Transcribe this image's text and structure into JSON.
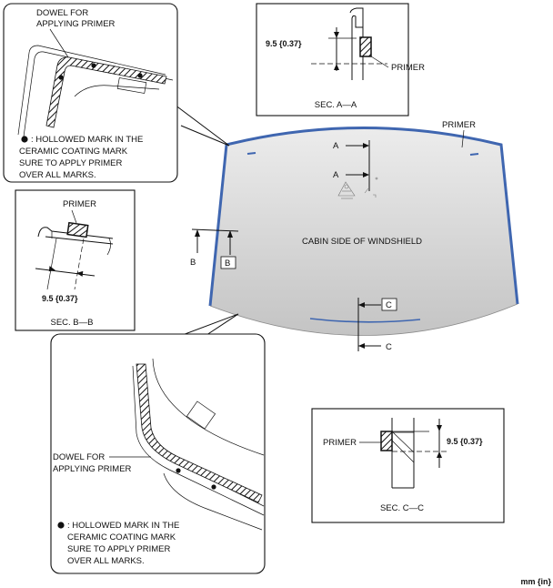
{
  "colors": {
    "glass_top": "#ececec",
    "glass_bottom": "#c4c4c4",
    "edge": "#3f66b0",
    "line": "#111111"
  },
  "callout_top_left": {
    "dowel_line1": "DOWEL FOR",
    "dowel_line2": "APPLYING PRIMER",
    "note_line1": ": HOLLOWED MARK IN THE",
    "note_line2": "CERAMIC COATING MARK",
    "note_line3": "SURE TO APPLY PRIMER",
    "note_line4": "OVER ALL MARKS."
  },
  "callout_bottom_left": {
    "dowel_line1": "DOWEL FOR",
    "dowel_line2": "APPLYING PRIMER",
    "note_line1": ": HOLLOWED MARK IN THE",
    "note_line2": "CERAMIC COATING MARK",
    "note_line3": "SURE TO APPLY PRIMER",
    "note_line4": "OVER ALL MARKS."
  },
  "section_a": {
    "dimension": "9.5 {0.37}",
    "primer": "PRIMER",
    "caption": "SEC. A—A"
  },
  "section_b": {
    "dimension": "9.5 {0.37}",
    "primer": "PRIMER",
    "caption": "SEC. B—B"
  },
  "section_c": {
    "dimension": "9.5 {0.37}",
    "primer": "PRIMER",
    "caption": "SEC. C—C"
  },
  "windshield": {
    "label": "CABIN SIDE OF WINDSHIELD",
    "primer": "PRIMER",
    "cut_a": "A",
    "cut_a2": "A",
    "cut_b": "B",
    "cut_b2": "B",
    "cut_c": "C",
    "cut_c2": "C"
  },
  "units": "mm {in}"
}
